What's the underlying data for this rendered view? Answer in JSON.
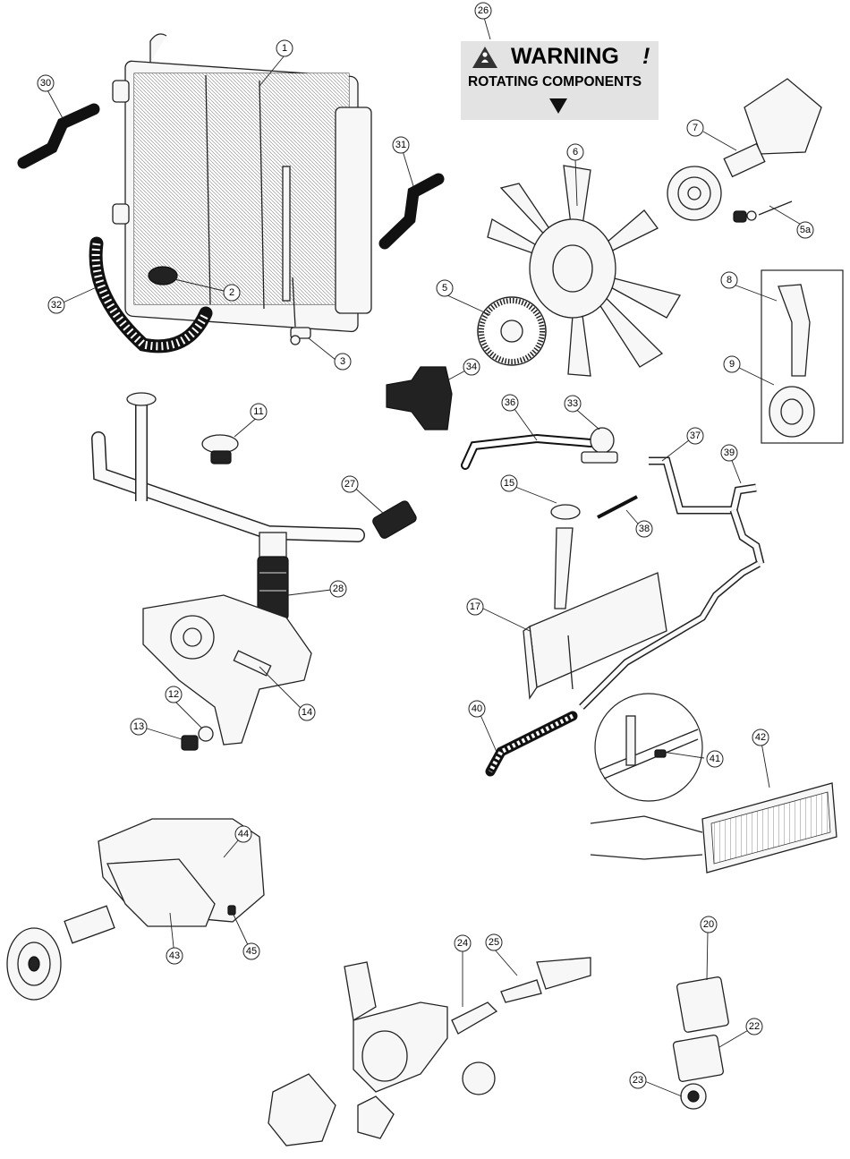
{
  "warning": {
    "title": "WARNING",
    "title_mark": "!",
    "subtitle": "ROTATING COMPONENTS",
    "panel_color": "#e3e3e3"
  },
  "callouts": [
    {
      "id": "c1",
      "label": "1"
    },
    {
      "id": "c2",
      "label": "2"
    },
    {
      "id": "c3",
      "label": "3"
    },
    {
      "id": "c5",
      "label": "5"
    },
    {
      "id": "c5a",
      "label": "5a"
    },
    {
      "id": "c6",
      "label": "6"
    },
    {
      "id": "c7",
      "label": "7"
    },
    {
      "id": "c8",
      "label": "8"
    },
    {
      "id": "c9",
      "label": "9"
    },
    {
      "id": "c11",
      "label": "11"
    },
    {
      "id": "c12",
      "label": "12"
    },
    {
      "id": "c13",
      "label": "13"
    },
    {
      "id": "c14",
      "label": "14"
    },
    {
      "id": "c15",
      "label": "15"
    },
    {
      "id": "c17",
      "label": "17"
    },
    {
      "id": "c20",
      "label": "20"
    },
    {
      "id": "c22",
      "label": "22"
    },
    {
      "id": "c23",
      "label": "23"
    },
    {
      "id": "c24",
      "label": "24"
    },
    {
      "id": "c25",
      "label": "25"
    },
    {
      "id": "c26",
      "label": "26"
    },
    {
      "id": "c27",
      "label": "27"
    },
    {
      "id": "c28",
      "label": "28"
    },
    {
      "id": "c30",
      "label": "30"
    },
    {
      "id": "c31",
      "label": "31"
    },
    {
      "id": "c32",
      "label": "32"
    },
    {
      "id": "c33",
      "label": "33"
    },
    {
      "id": "c34",
      "label": "34"
    },
    {
      "id": "c36",
      "label": "36"
    },
    {
      "id": "c37",
      "label": "37"
    },
    {
      "id": "c38",
      "label": "38"
    },
    {
      "id": "c39",
      "label": "39"
    },
    {
      "id": "c40",
      "label": "40"
    },
    {
      "id": "c41",
      "label": "41"
    },
    {
      "id": "c42",
      "label": "42"
    },
    {
      "id": "c43",
      "label": "43"
    },
    {
      "id": "c44",
      "label": "44"
    },
    {
      "id": "c45",
      "label": "45"
    }
  ]
}
